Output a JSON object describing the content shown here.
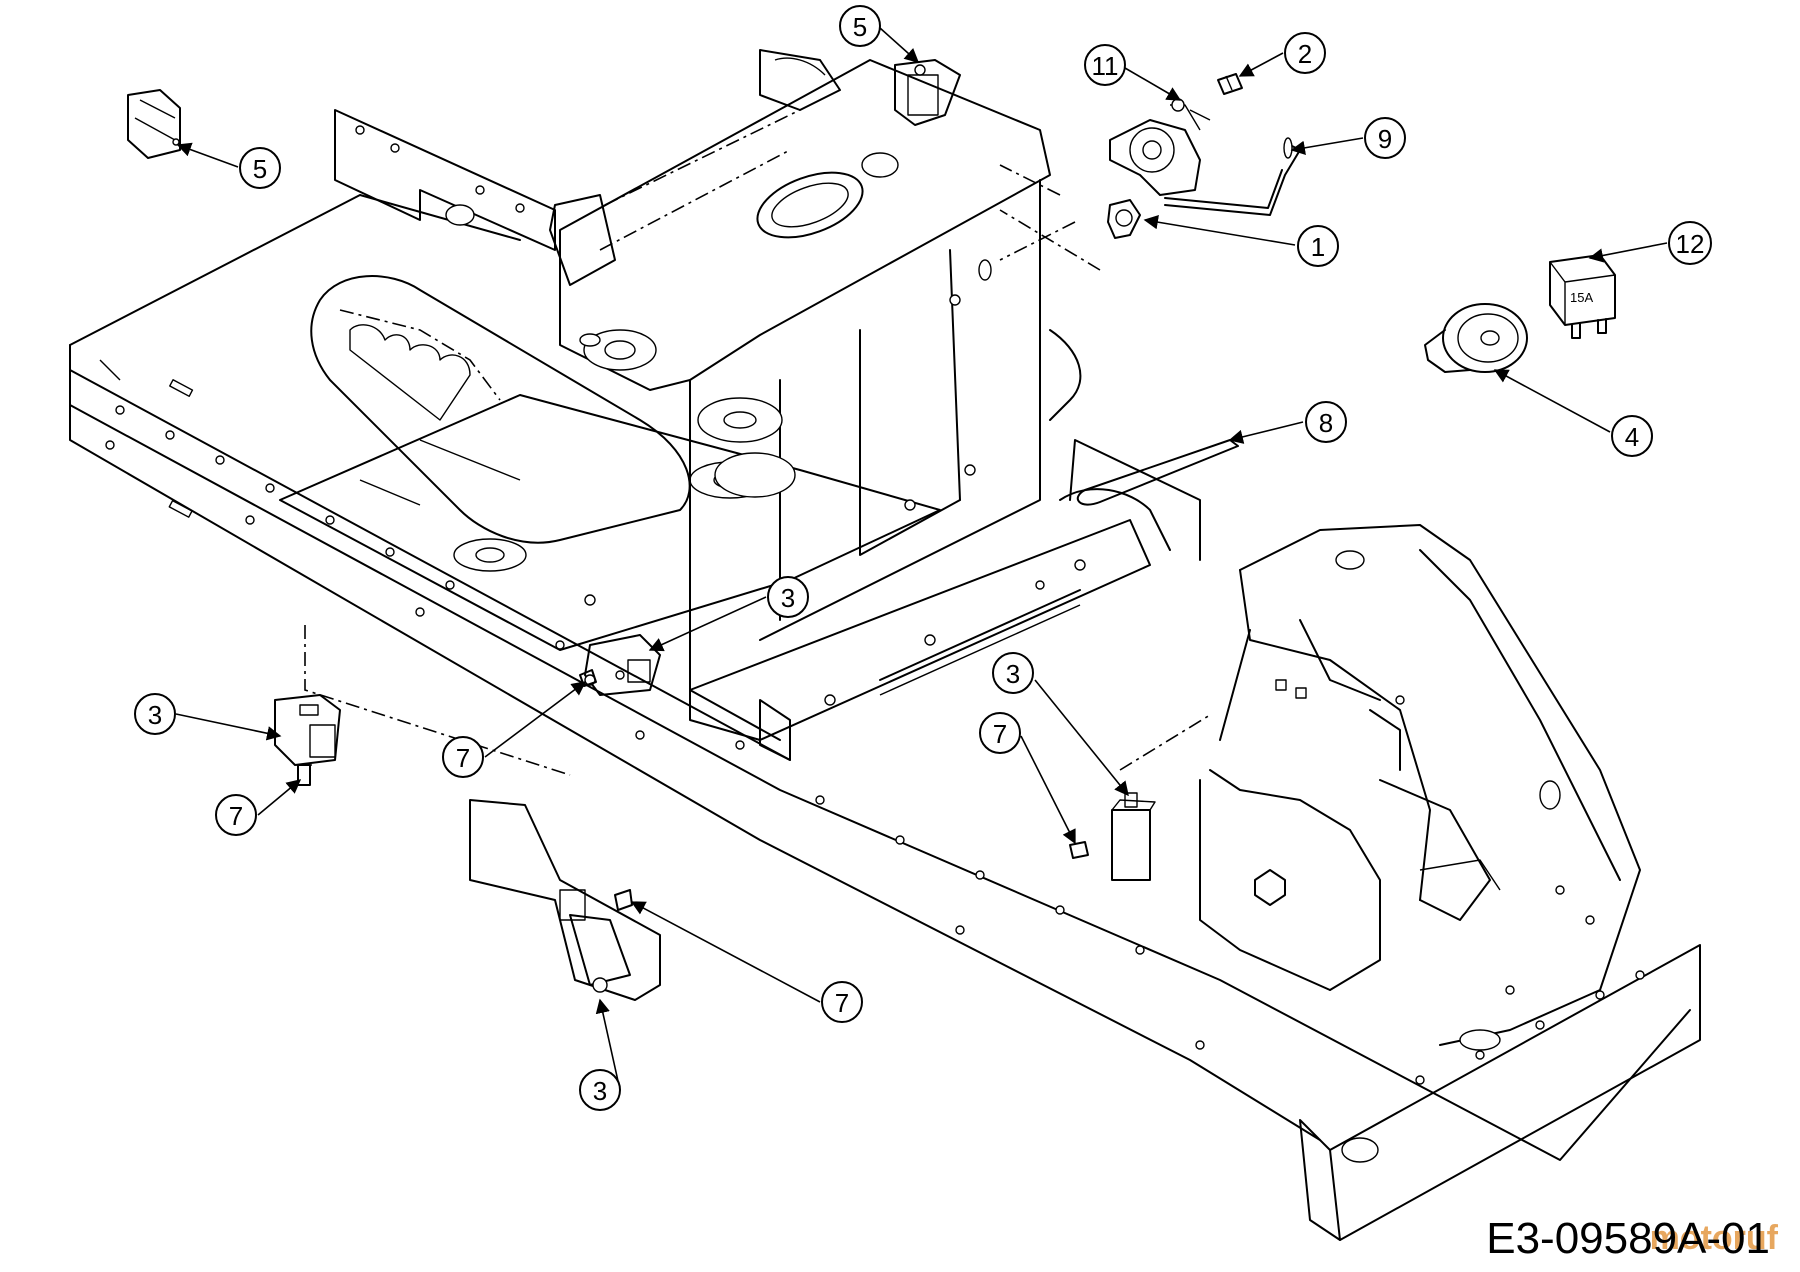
{
  "diagram": {
    "drawing_code": "E3-09589A-01",
    "watermark": "motoruf",
    "fuse_rating": "15A",
    "callouts": [
      {
        "id": "c-11",
        "label": "11"
      },
      {
        "id": "c-2",
        "label": "2"
      },
      {
        "id": "c-9",
        "label": "9"
      },
      {
        "id": "c-1",
        "label": "1"
      },
      {
        "id": "c-12",
        "label": "12"
      },
      {
        "id": "c-4",
        "label": "4"
      },
      {
        "id": "c-8",
        "label": "8"
      },
      {
        "id": "c-5a",
        "label": "5"
      },
      {
        "id": "c-5b",
        "label": "5"
      },
      {
        "id": "c-3a",
        "label": "3"
      },
      {
        "id": "c-3b",
        "label": "3"
      },
      {
        "id": "c-3c",
        "label": "3"
      },
      {
        "id": "c-3d",
        "label": "3"
      },
      {
        "id": "c-7a",
        "label": "7"
      },
      {
        "id": "c-7b",
        "label": "7"
      },
      {
        "id": "c-7c",
        "label": "7"
      },
      {
        "id": "c-7d",
        "label": "7"
      }
    ]
  }
}
